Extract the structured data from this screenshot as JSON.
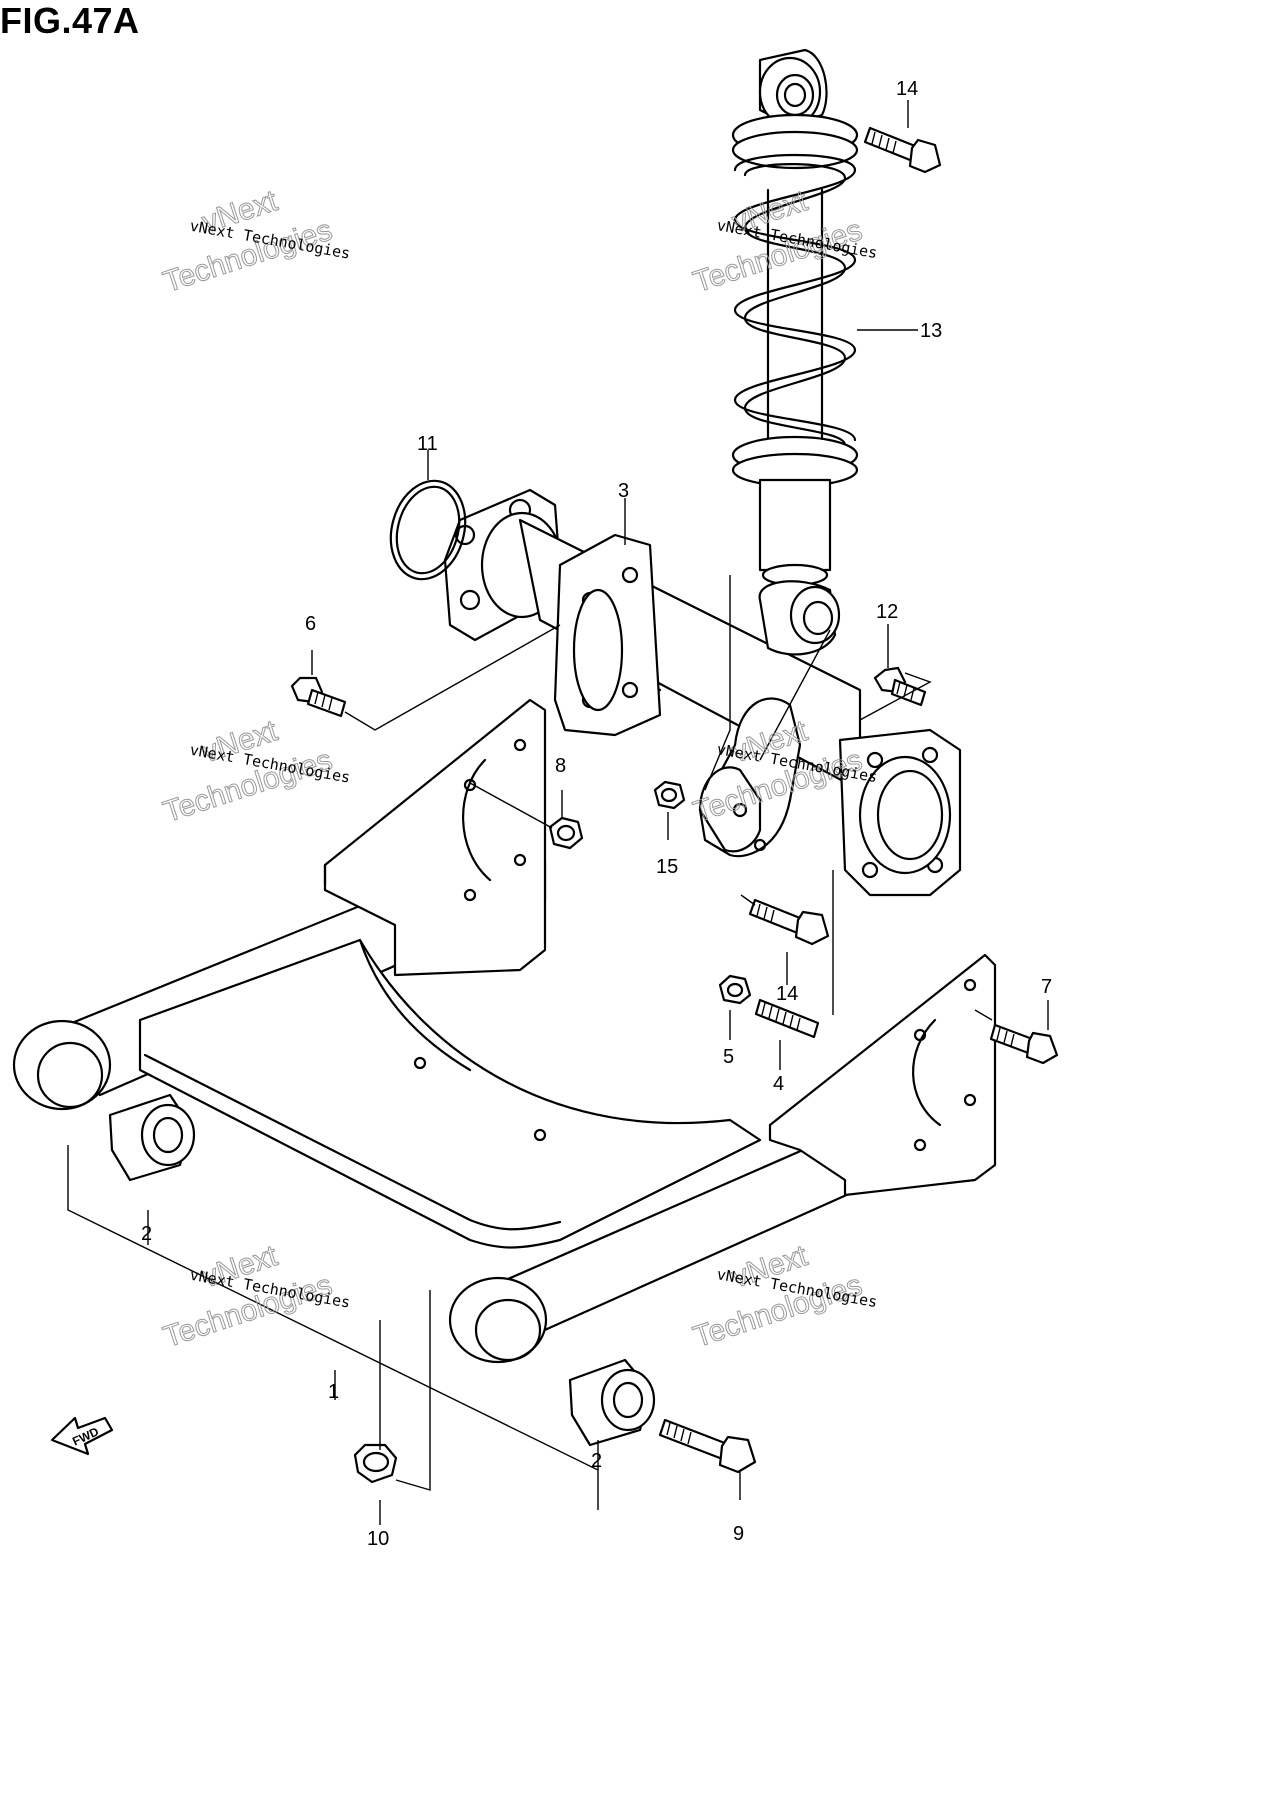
{
  "figure": {
    "title": "FIG.47A"
  },
  "callouts": [
    {
      "id": "c1",
      "label": "1"
    },
    {
      "id": "c2a",
      "label": "2"
    },
    {
      "id": "c2b",
      "label": "2"
    },
    {
      "id": "c3",
      "label": "3"
    },
    {
      "id": "c4",
      "label": "4"
    },
    {
      "id": "c5",
      "label": "5"
    },
    {
      "id": "c6",
      "label": "6"
    },
    {
      "id": "c7",
      "label": "7"
    },
    {
      "id": "c8",
      "label": "8"
    },
    {
      "id": "c9",
      "label": "9"
    },
    {
      "id": "c10",
      "label": "10"
    },
    {
      "id": "c11",
      "label": "11"
    },
    {
      "id": "c12",
      "label": "12"
    },
    {
      "id": "c13",
      "label": "13"
    },
    {
      "id": "c14a",
      "label": "14"
    },
    {
      "id": "c14b",
      "label": "14"
    },
    {
      "id": "c15",
      "label": "15"
    }
  ],
  "watermark": {
    "line1": "vNext Technologies",
    "line2": "vNext",
    "line3": "Technologies"
  },
  "forward_arrow": {
    "label": "FWD"
  }
}
